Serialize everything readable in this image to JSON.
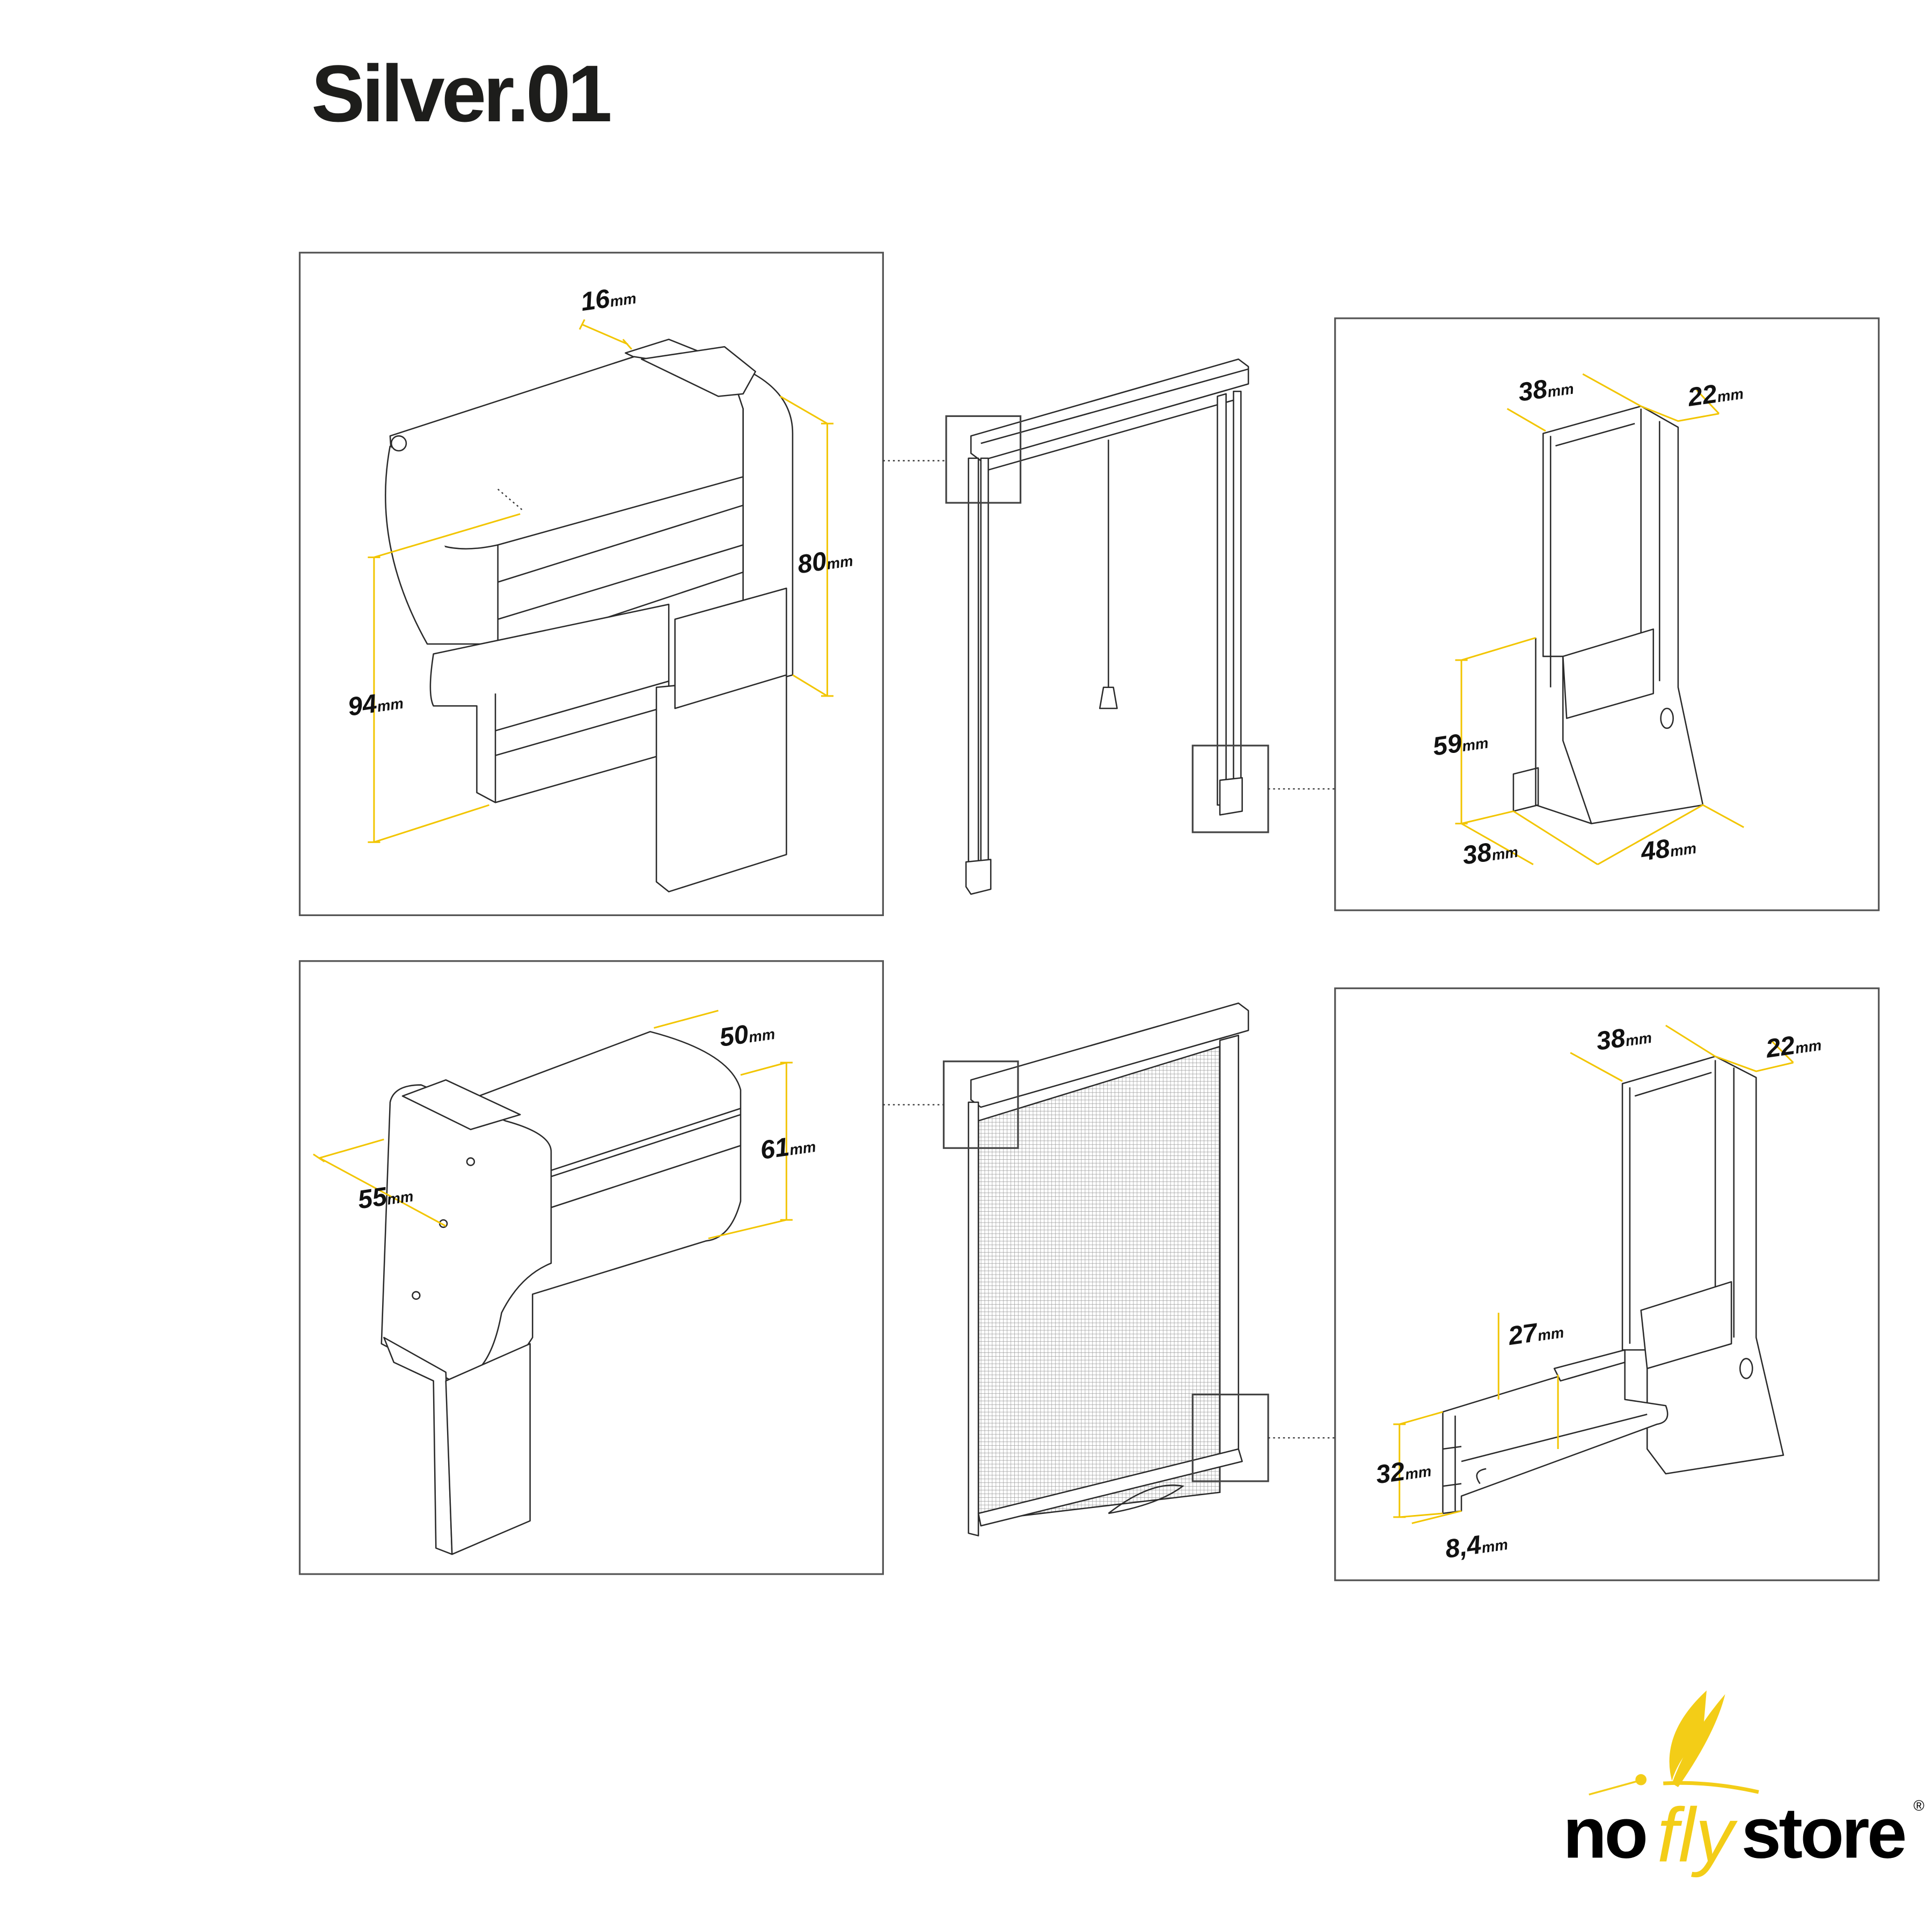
{
  "title": "Silver.01",
  "colors": {
    "dimension": "#f2c500",
    "logo_yellow": "#f3cd17",
    "line": "#2a2a2a"
  },
  "unit": "mm",
  "panels": {
    "top_left": {
      "dims": [
        {
          "value": "16",
          "unit": "mm"
        },
        {
          "value": "80",
          "unit": "mm"
        },
        {
          "value": "94",
          "unit": "mm"
        }
      ]
    },
    "top_right": {
      "dims": [
        {
          "value": "38",
          "unit": "mm"
        },
        {
          "value": "22",
          "unit": "mm"
        },
        {
          "value": "59",
          "unit": "mm"
        },
        {
          "value": "38",
          "unit": "mm"
        },
        {
          "value": "48",
          "unit": "mm"
        }
      ]
    },
    "bottom_left": {
      "dims": [
        {
          "value": "50",
          "unit": "mm"
        },
        {
          "value": "61",
          "unit": "mm"
        },
        {
          "value": "55",
          "unit": "mm"
        }
      ]
    },
    "bottom_right": {
      "dims": [
        {
          "value": "38",
          "unit": "mm"
        },
        {
          "value": "22",
          "unit": "mm"
        },
        {
          "value": "27",
          "unit": "mm"
        },
        {
          "value": "32",
          "unit": "mm"
        },
        {
          "value": "8,4",
          "unit": "mm"
        }
      ]
    }
  },
  "logo": {
    "part1": "no",
    "part2": "fly",
    "part3": "store",
    "registered": "®"
  }
}
